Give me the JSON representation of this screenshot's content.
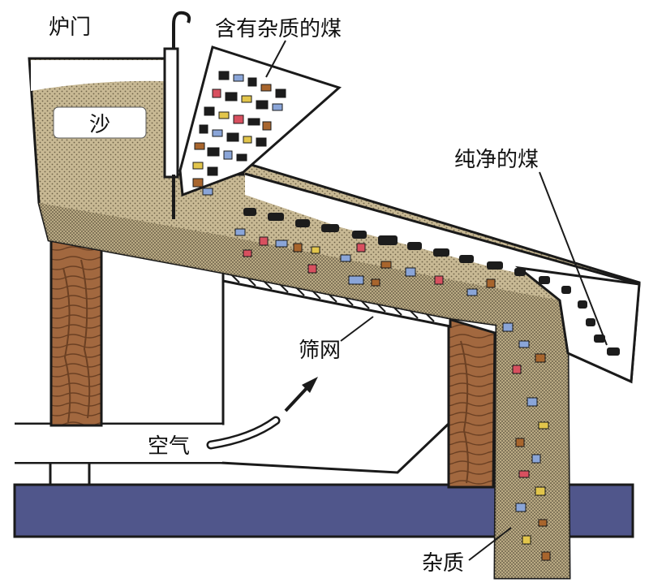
{
  "labels": {
    "furnace_door": "炉门",
    "sand": "沙",
    "impure_coal": "含有杂质的煤",
    "pure_coal": "纯净的煤",
    "screen": "筛网",
    "air": "空气",
    "impurities": "杂质"
  },
  "colors": {
    "sand": "#c8b994",
    "sand_dark": "#7d6f52",
    "wood": "#a2683f",
    "wood_dark": "#6b4023",
    "ground": "#50568b",
    "coal": "#1c1c1c",
    "impurity_blue": "#8aa5d8",
    "impurity_red": "#d8505f",
    "impurity_yellow": "#e2c54b",
    "impurity_brown": "#a8652d",
    "outline": "#1a1a1a"
  }
}
